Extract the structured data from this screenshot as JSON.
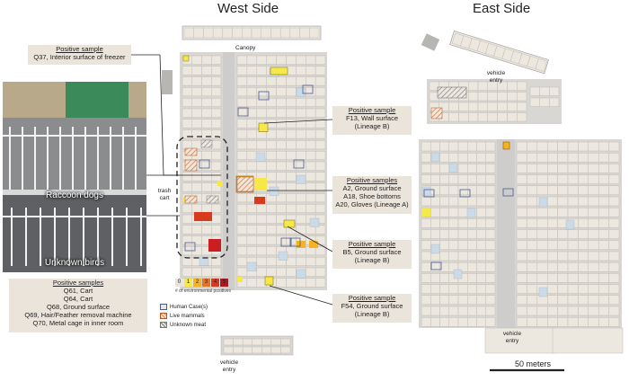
{
  "titles": {
    "west": "West Side",
    "east": "East Side"
  },
  "labels": {
    "canopy": "Canopy",
    "vehicle_entry_east_top": "vehicle entry",
    "vehicle_entry_east_bottom": "vehicle entry",
    "vehicle_entry_west_bottom": "vehicle entry",
    "trash_cart": "trash cart",
    "scale": "50 meters"
  },
  "photo": {
    "top_caption": "Raccoon dogs",
    "bottom_caption": "Unknown birds"
  },
  "callouts": {
    "q37": {
      "heading": "Positive sample",
      "lines": [
        "Q37, Interior surface of freezer"
      ]
    },
    "f13": {
      "heading": "Positive sample",
      "lines": [
        "F13, Wall surface",
        "(Lineage B)"
      ]
    },
    "a2": {
      "heading": "Positive samples",
      "lines": [
        "A2, Ground surface",
        "A18, Shoe bottoms",
        "A20, Gloves (Lineage A)"
      ]
    },
    "b5": {
      "heading": "Positive sample",
      "lines": [
        "B5, Ground surface",
        "(Lineage B)"
      ]
    },
    "f54": {
      "heading": "Positive sample",
      "lines": [
        "F54, Ground surface",
        "(Lineage B)"
      ]
    },
    "q_group": {
      "heading": "Positive samples",
      "lines": [
        "Q61, Cart",
        "Q64, Cart",
        "Q68, Ground surface",
        "Q69, Hair/Feather removal machine",
        "Q70, Metal cage in inner room"
      ]
    }
  },
  "legend": {
    "scale_values": [
      "0",
      "1",
      "2",
      "3",
      "4",
      "5"
    ],
    "scale_colors": [
      "#e7e2da",
      "#f7e84a",
      "#f6b21f",
      "#e8731f",
      "#d83a1e",
      "#b3151b"
    ],
    "scale_caption": "# of environmental positives",
    "items": [
      {
        "label": "Human Case(s)",
        "icon": "human-case-marker"
      },
      {
        "label": "Live mammals",
        "icon": "live-mammals-hatch"
      },
      {
        "label": "Unknown meat",
        "icon": "unknown-meat-hatch"
      }
    ]
  },
  "colors": {
    "stall": "#ece7df",
    "aisle": "#cfcdcb",
    "light_blue": "#c9dbe8",
    "positive_low": "#f7e84a",
    "positive_mid": "#f6b21f",
    "positive_high": "#d83a1e"
  }
}
